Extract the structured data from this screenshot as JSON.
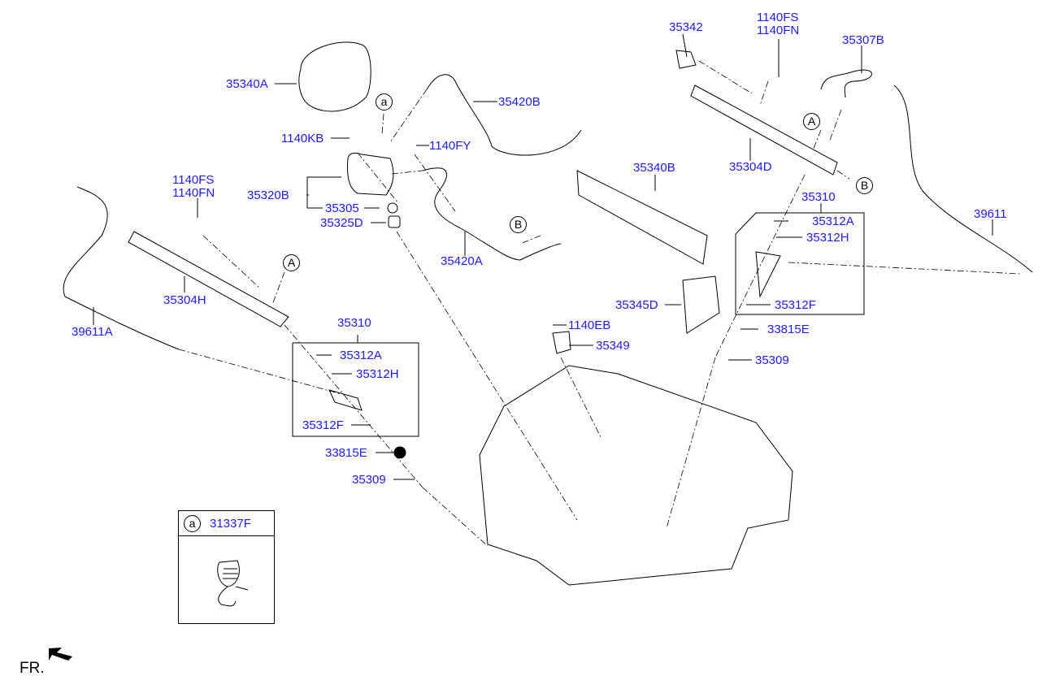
{
  "diagram": {
    "title": "Fuel injection system exploded parts diagram",
    "text_color": "#1a1aff",
    "line_color": "#000000"
  },
  "labels": {
    "p35340A": "35340A",
    "p35420B": "35420B",
    "p1140KB": "1140KB",
    "p1140FY": "1140FY",
    "p35320B": "35320B",
    "p35305": "35305",
    "p35325D": "35325D",
    "p35420A": "35420A",
    "p1140FS_left": "1140FS",
    "p1140FN_left": "1140FN",
    "p35304H": "35304H",
    "p39611A": "39611A",
    "p35310_left": "35310",
    "p35312A_left": "35312A",
    "p35312H_left": "35312H",
    "p35312F_left": "35312F",
    "p33815E_left": "33815E",
    "p35309_left": "35309",
    "p35342": "35342",
    "p1140FS_right": "1140FS",
    "p1140FN_right": "1140FN",
    "p35307B": "35307B",
    "p35304D": "35304D",
    "p35340B": "35340B",
    "p35310_right": "35310",
    "p35312A_right": "35312A",
    "p35312H_right": "35312H",
    "p35312F_right": "35312F",
    "p39611": "39611",
    "p35345D": "35345D",
    "p1140EB": "1140EB",
    "p35349": "35349",
    "p33815E_right": "33815E",
    "p35309_right": "35309"
  },
  "references": {
    "a": "a",
    "A": "A",
    "B": "B"
  },
  "legend": {
    "ref": "a",
    "part": "31337F"
  },
  "orientation": {
    "label": "FR.",
    "arrow_icon": "front-direction-arrow"
  }
}
